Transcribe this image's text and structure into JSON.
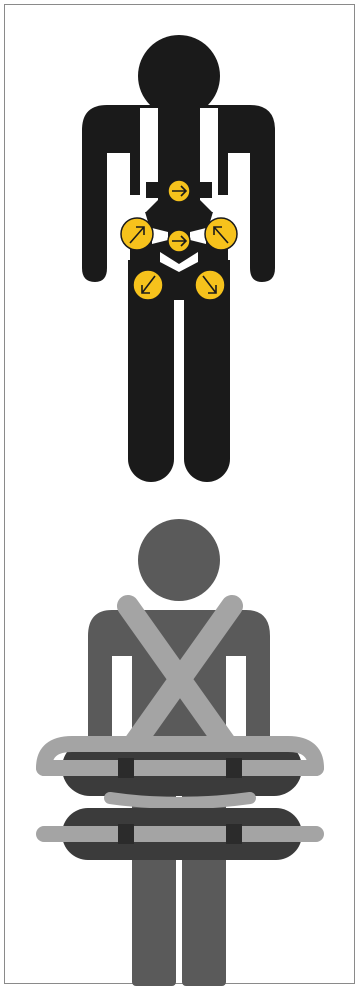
{
  "colors": {
    "figure_black": "#1a1a1a",
    "harness_yellow": "#f6c21c",
    "figure_gray": "#5a5a5a",
    "strap_light_gray": "#a4a4a4",
    "buckle_dark": "#3b3b3b",
    "border": "#8a8a8a",
    "background": "#ffffff"
  },
  "figures": [
    {
      "name": "harness-wearer",
      "adjustment_points": [
        {
          "icon": "arrow-right",
          "meaning": "chest-strap"
        },
        {
          "icon": "arrow-up-right",
          "meaning": "left-waist"
        },
        {
          "icon": "arrow-right",
          "meaning": "center-waist"
        },
        {
          "icon": "arrow-up-left",
          "meaning": "right-waist"
        },
        {
          "icon": "arrow-down-left",
          "meaning": "left-leg"
        },
        {
          "icon": "arrow-down-right",
          "meaning": "right-leg"
        }
      ]
    },
    {
      "name": "strapped-figure",
      "straps": [
        "shoulder-cross-left",
        "shoulder-cross-right",
        "upper-belt",
        "lower-belt"
      ]
    }
  ]
}
